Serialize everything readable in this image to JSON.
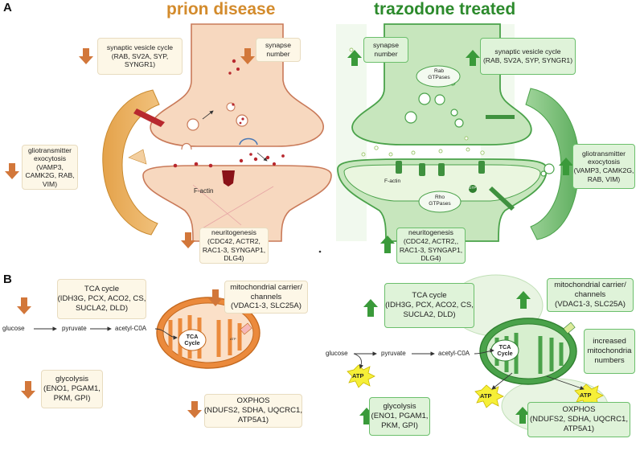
{
  "colors": {
    "orange": "#dd8a2a",
    "green": "#2c8a2c",
    "down_arrow": "#d2773a",
    "up_arrow": "#3a9a3a"
  },
  "panel_a": {
    "letter": "A",
    "left_title": "prion disease",
    "right_title": "trazodone treated",
    "left": {
      "synaptic_vesicle": {
        "lines": [
          "synaptic vesicle cycle",
          "(RAB, SV2A, SYP,",
          "SYNGR1)"
        ]
      },
      "synapse_number": {
        "lines": [
          "synapse",
          "number"
        ]
      },
      "gliotransmitter": {
        "lines": [
          "gliotransmitter",
          "exocytosis",
          "(VAMP3,",
          "CAMK2G, RAB,",
          "VIM)"
        ]
      },
      "neuritogenesis": {
        "lines": [
          "neuritogenesis",
          "(CDC42, ACTR2,",
          "RAC1-3, SYNGAP1,",
          "DLG4)"
        ]
      },
      "factin": "F-actin"
    },
    "right": {
      "synapse_number": {
        "lines": [
          "synapse",
          "number"
        ]
      },
      "synaptic_vesicle": {
        "lines": [
          "synaptic vesicle cycle",
          "(RAB, SV2A, SYP, SYNGR1)"
        ]
      },
      "gliotransmitter": {
        "lines": [
          "gliotransmitter",
          "exocytosis",
          "(VAMP3, CAMK2G,",
          "RAB, VIM)"
        ]
      },
      "neuritogenesis": {
        "lines": [
          "neuritogenesis",
          "(CDC42, ACTR2,,",
          "RAC1-3, SYNGAP1,",
          "DLG4)"
        ]
      },
      "rab": [
        "Rab",
        "GTPases"
      ],
      "rho": [
        "Rho",
        "GTPases"
      ],
      "factin": "F-actin",
      "gtp": "GTP"
    }
  },
  "panel_b": {
    "letter": "B",
    "left": {
      "tca": {
        "lines": [
          "TCA cycle",
          "(IDH3G, PCX, ACO2, CS,",
          "SUCLA2, DLD)"
        ]
      },
      "mito_carrier": {
        "lines": [
          "mitochondrial carrier/",
          "channels",
          "(VDAC1-3, SLC25A)"
        ]
      },
      "glycolysis": {
        "lines": [
          "glycolysis",
          "(ENO1, PGAM1,",
          "PKM, GPI)"
        ]
      },
      "oxphos": {
        "lines": [
          "OXPHOS",
          "(NDUFS2, SDHA, UQCRC1,",
          "ATP5A1)"
        ]
      },
      "glucose": "glucose",
      "pyruvate": "pyruvate",
      "acetyl": "acetyl-C0A",
      "tca_label": [
        "TCA",
        "Cycle"
      ],
      "atp_small": "ATP"
    },
    "right": {
      "tca": {
        "lines": [
          "TCA cycle",
          "(IDH3G, PCX, ACO2, CS,",
          "SUCLA2, DLD)"
        ]
      },
      "mito_carrier": {
        "lines": [
          "mitochondrial carrier/",
          "channels",
          "(VDAC1-3, SLC25A)"
        ]
      },
      "increased": {
        "lines": [
          "increased",
          "mitochondria",
          "numbers"
        ]
      },
      "glycolysis": {
        "lines": [
          "glycolysis",
          "(ENO1, PGAM1,",
          "PKM, GPI)"
        ]
      },
      "oxphos": {
        "lines": [
          "OXPHOS",
          "(NDUFS2, SDHA, UQCRC1,",
          "ATP5A1)"
        ]
      },
      "glucose": "glucose",
      "pyruvate": "pyruvate",
      "acetyl": "acetyl-C0A",
      "tca_label": [
        "TCA",
        "Cycle"
      ],
      "atp": "ATP"
    }
  }
}
